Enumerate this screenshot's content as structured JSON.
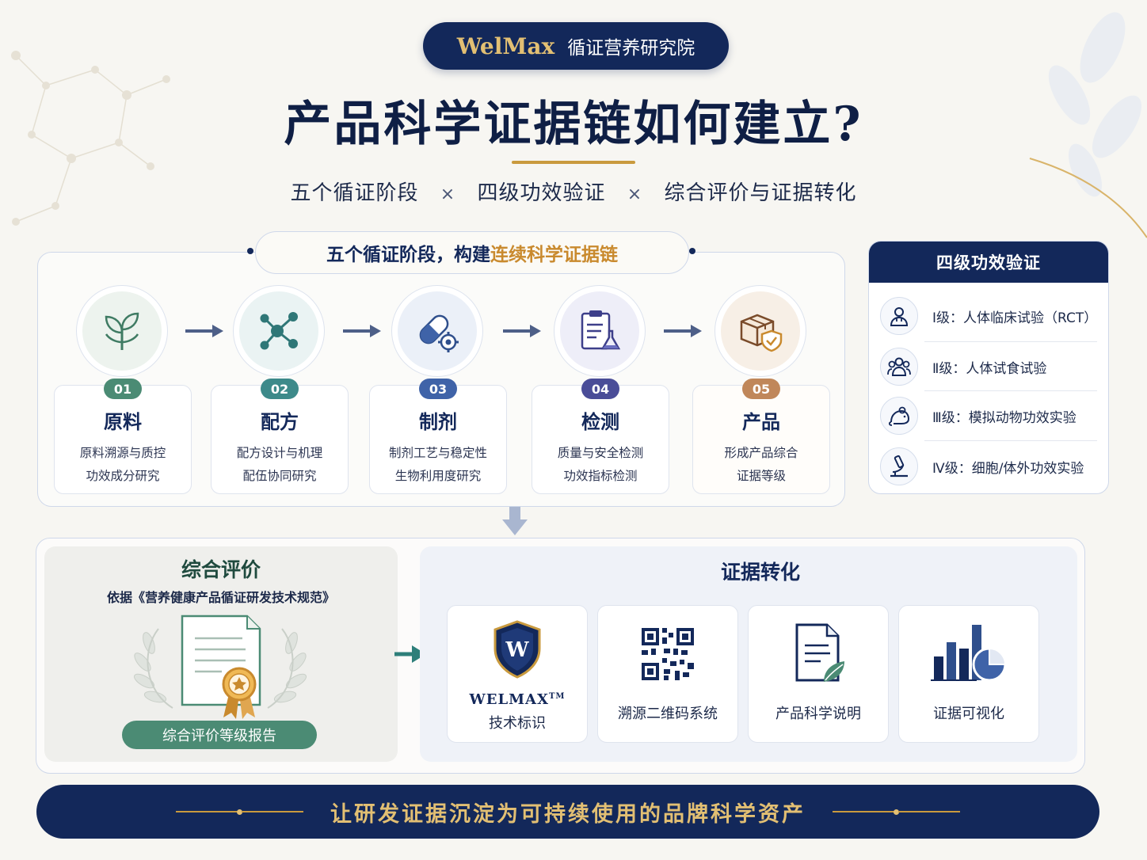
{
  "brand": {
    "name": "WelMax",
    "org": "循证营养研究院"
  },
  "title": "产品科学证据链如何建立?",
  "subtitle": {
    "part1": "五个循证阶段",
    "sep": "×",
    "part2": "四级功效验证",
    "part3": "综合评价与证据转化"
  },
  "stage_section": {
    "prefix": "五个循证阶段，构建",
    "highlight": "连续科学证据链"
  },
  "stages": [
    {
      "num": "01",
      "name": "原料",
      "desc1": "原料溯源与质控",
      "desc2": "功效成分研究",
      "color": "#4b8b74",
      "icon": "sprout-icon"
    },
    {
      "num": "02",
      "name": "配方",
      "desc1": "配方设计与机理",
      "desc2": "配伍协同研究",
      "color": "#3d8a8a",
      "icon": "molecule-icon"
    },
    {
      "num": "03",
      "name": "制剂",
      "desc1": "制剂工艺与稳定性",
      "desc2": "生物利用度研究",
      "color": "#3f63a8",
      "icon": "capsule-gear-icon"
    },
    {
      "num": "04",
      "name": "检测",
      "desc1": "质量与安全检测",
      "desc2": "功效指标检测",
      "color": "#4a4d98",
      "icon": "clipboard-flask-icon"
    },
    {
      "num": "05",
      "name": "产品",
      "desc1": "形成产品综合",
      "desc2": "证据等级",
      "color": "#c0875a",
      "icon": "box-shield-icon"
    }
  ],
  "levels": {
    "title": "四级功效验证",
    "items": [
      {
        "label": "Ⅰ级：人体临床试验（RCT）",
        "icon": "doctor-icon"
      },
      {
        "label": "Ⅱ级：人体试食试验",
        "icon": "people-icon"
      },
      {
        "label": "Ⅲ级：模拟动物功效实验",
        "icon": "mouse-icon"
      },
      {
        "label": "Ⅳ级：细胞/体外功效实验",
        "icon": "microscope-icon"
      }
    ]
  },
  "evaluation": {
    "title": "综合评价",
    "basis": "依据《营养健康产品循证研发技术规范》",
    "report": "综合评价等级报告"
  },
  "transformation": {
    "title": "证据转化",
    "mark_name": "WELMAX",
    "mark_tm": "TM",
    "mark_letter": "W",
    "items": [
      {
        "label": "技术标识",
        "icon": "shield-w-icon"
      },
      {
        "label": "溯源二维码系统",
        "icon": "qr-code-icon"
      },
      {
        "label": "产品科学说明",
        "icon": "document-leaf-icon"
      },
      {
        "label": "证据可视化",
        "icon": "bar-chart-icon"
      }
    ]
  },
  "footer": "让研发证据沉淀为可持续使用的品牌科学资产",
  "colors": {
    "navy": "#13285a",
    "gold": "#c99a3e",
    "green": "#4b8b74"
  }
}
